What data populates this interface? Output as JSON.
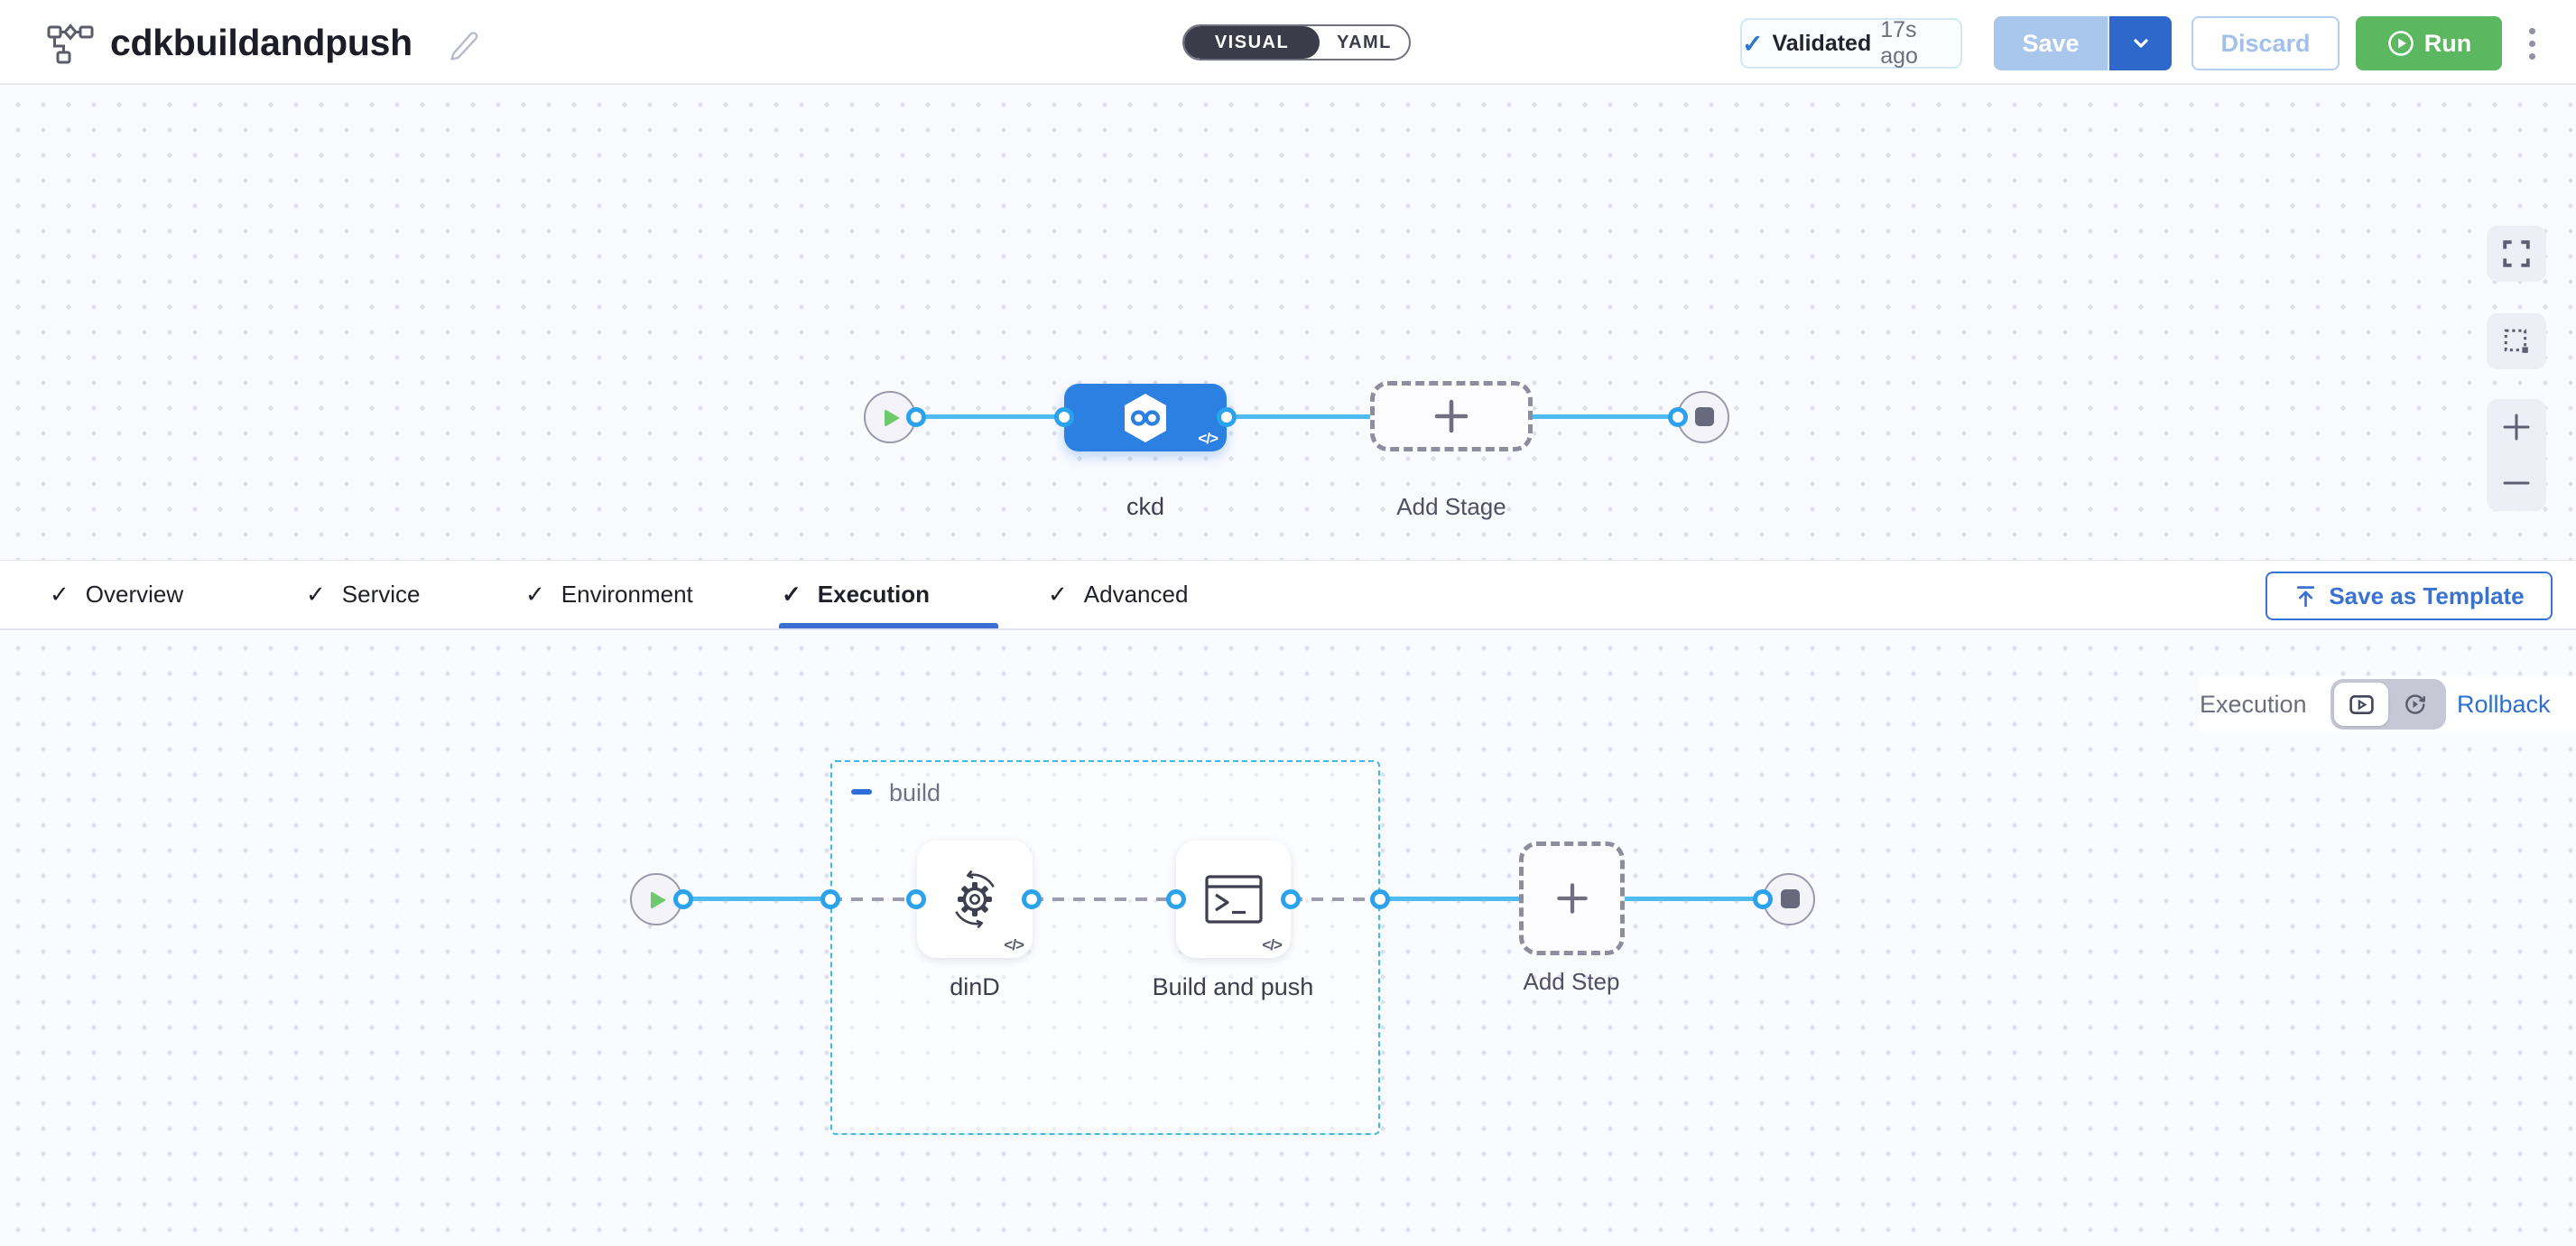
{
  "header": {
    "title": "cdkbuildandpush",
    "visual_label": "VISUAL",
    "yaml_label": "YAML",
    "validated_label": "Validated",
    "validated_time": "17s ago",
    "save_label": "Save",
    "discard_label": "Discard",
    "run_label": "Run"
  },
  "tabs": [
    {
      "label": "Overview"
    },
    {
      "label": "Service"
    },
    {
      "label": "Environment"
    },
    {
      "label": "Execution"
    },
    {
      "label": "Advanced"
    }
  ],
  "save_as_template_label": "Save as Template",
  "stage_pipeline": {
    "stage_label": "ckd",
    "add_stage_label": "Add Stage",
    "code_badge": "</>"
  },
  "execution_bar": {
    "execution_label": "Execution",
    "rollback_label": "Rollback"
  },
  "execution_pipeline": {
    "group_label": "build",
    "step1_label": "dinD",
    "step2_label": "Build and push",
    "add_step_label": "Add Step",
    "code_badge": "</>"
  },
  "icons": {
    "check": "✓"
  },
  "colors": {
    "stage_blue": "#2b80e2",
    "connector_blue": "#4fbbf0",
    "run_green": "#5cb860",
    "tab_underline": "#3a70d2",
    "group_border": "#3fb9ea"
  }
}
